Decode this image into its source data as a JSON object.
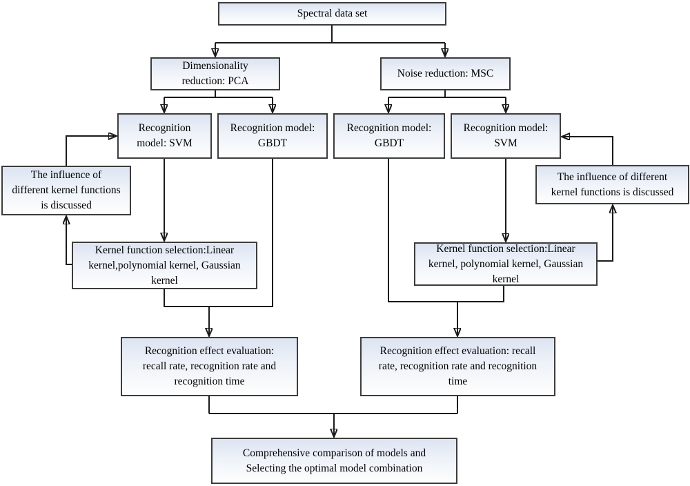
{
  "colors": {
    "box_fill_top": "#dde4f1",
    "box_fill_mid": "#eef2f9",
    "box_fill_bottom": "#fefefe",
    "box_border": "#3c3c3c",
    "line": "#1a1a1a",
    "text": "#000000"
  },
  "nodes": {
    "spectral": {
      "text": "Spectral data set"
    },
    "pca": {
      "lines": [
        "Dimensionality",
        "reduction: PCA"
      ]
    },
    "msc": {
      "text": "Noise reduction: MSC"
    },
    "svm_left": {
      "lines": [
        "Recognition",
        "model: SVM"
      ]
    },
    "gbdt_left": {
      "lines": [
        "Recognition model:",
        "GBDT"
      ]
    },
    "gbdt_right": {
      "lines": [
        "Recognition model:",
        "GBDT"
      ]
    },
    "svm_right": {
      "lines": [
        "Recognition model:",
        "SVM"
      ]
    },
    "influence_left": {
      "lines": [
        "The influence of",
        "different kernel functions",
        "is discussed"
      ]
    },
    "influence_right": {
      "lines": [
        "The influence of different",
        "kernel functions is discussed"
      ]
    },
    "kernel_left": {
      "lines": [
        "Kernel function selection:Linear",
        "kernel,polynomial kernel, Gaussian",
        "kernel"
      ]
    },
    "kernel_right": {
      "lines": [
        "Kernel function selection:Linear",
        "kernel, polynomial kernel, Gaussian",
        "kernel"
      ]
    },
    "eval_left": {
      "lines": [
        "Recognition effect evaluation:",
        "recall rate, recognition rate and",
        "recognition time"
      ]
    },
    "eval_right": {
      "lines": [
        "Recognition effect evaluation: recall",
        "rate, recognition rate and recognition",
        "time"
      ]
    },
    "final": {
      "lines": [
        "Comprehensive comparison of models and",
        "Selecting the optimal model combination"
      ]
    }
  }
}
